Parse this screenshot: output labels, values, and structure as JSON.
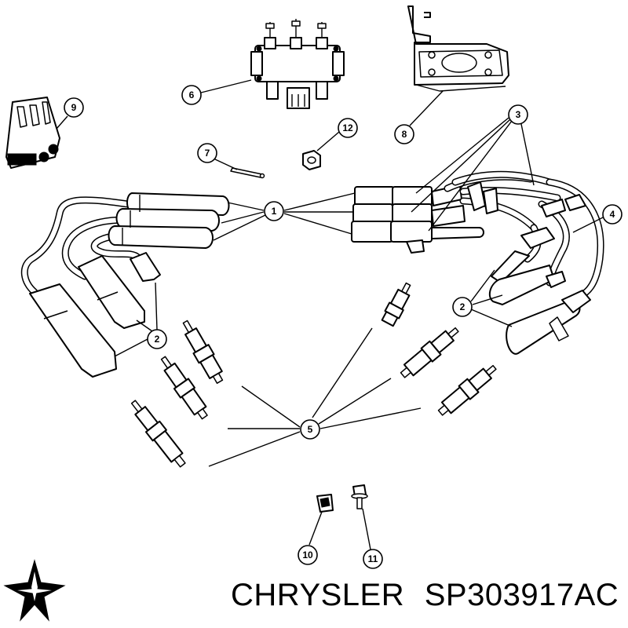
{
  "callouts": [
    {
      "id": "c1",
      "label": "1"
    },
    {
      "id": "c2a",
      "label": "2"
    },
    {
      "id": "c2b",
      "label": "2"
    },
    {
      "id": "c3",
      "label": "3"
    },
    {
      "id": "c4",
      "label": "4"
    },
    {
      "id": "c5",
      "label": "5"
    },
    {
      "id": "c6",
      "label": "6"
    },
    {
      "id": "c7",
      "label": "7"
    },
    {
      "id": "c8",
      "label": "8"
    },
    {
      "id": "c9",
      "label": "9"
    },
    {
      "id": "c10",
      "label": "10"
    },
    {
      "id": "c11",
      "label": "11"
    },
    {
      "id": "c12",
      "label": "12"
    }
  ],
  "caption": {
    "brand": "CHRYSLER",
    "part_number": "SP303917AC"
  },
  "logo_icon": "pentastar-icon",
  "colors": {
    "line": "#000000",
    "background": "#ffffff"
  }
}
